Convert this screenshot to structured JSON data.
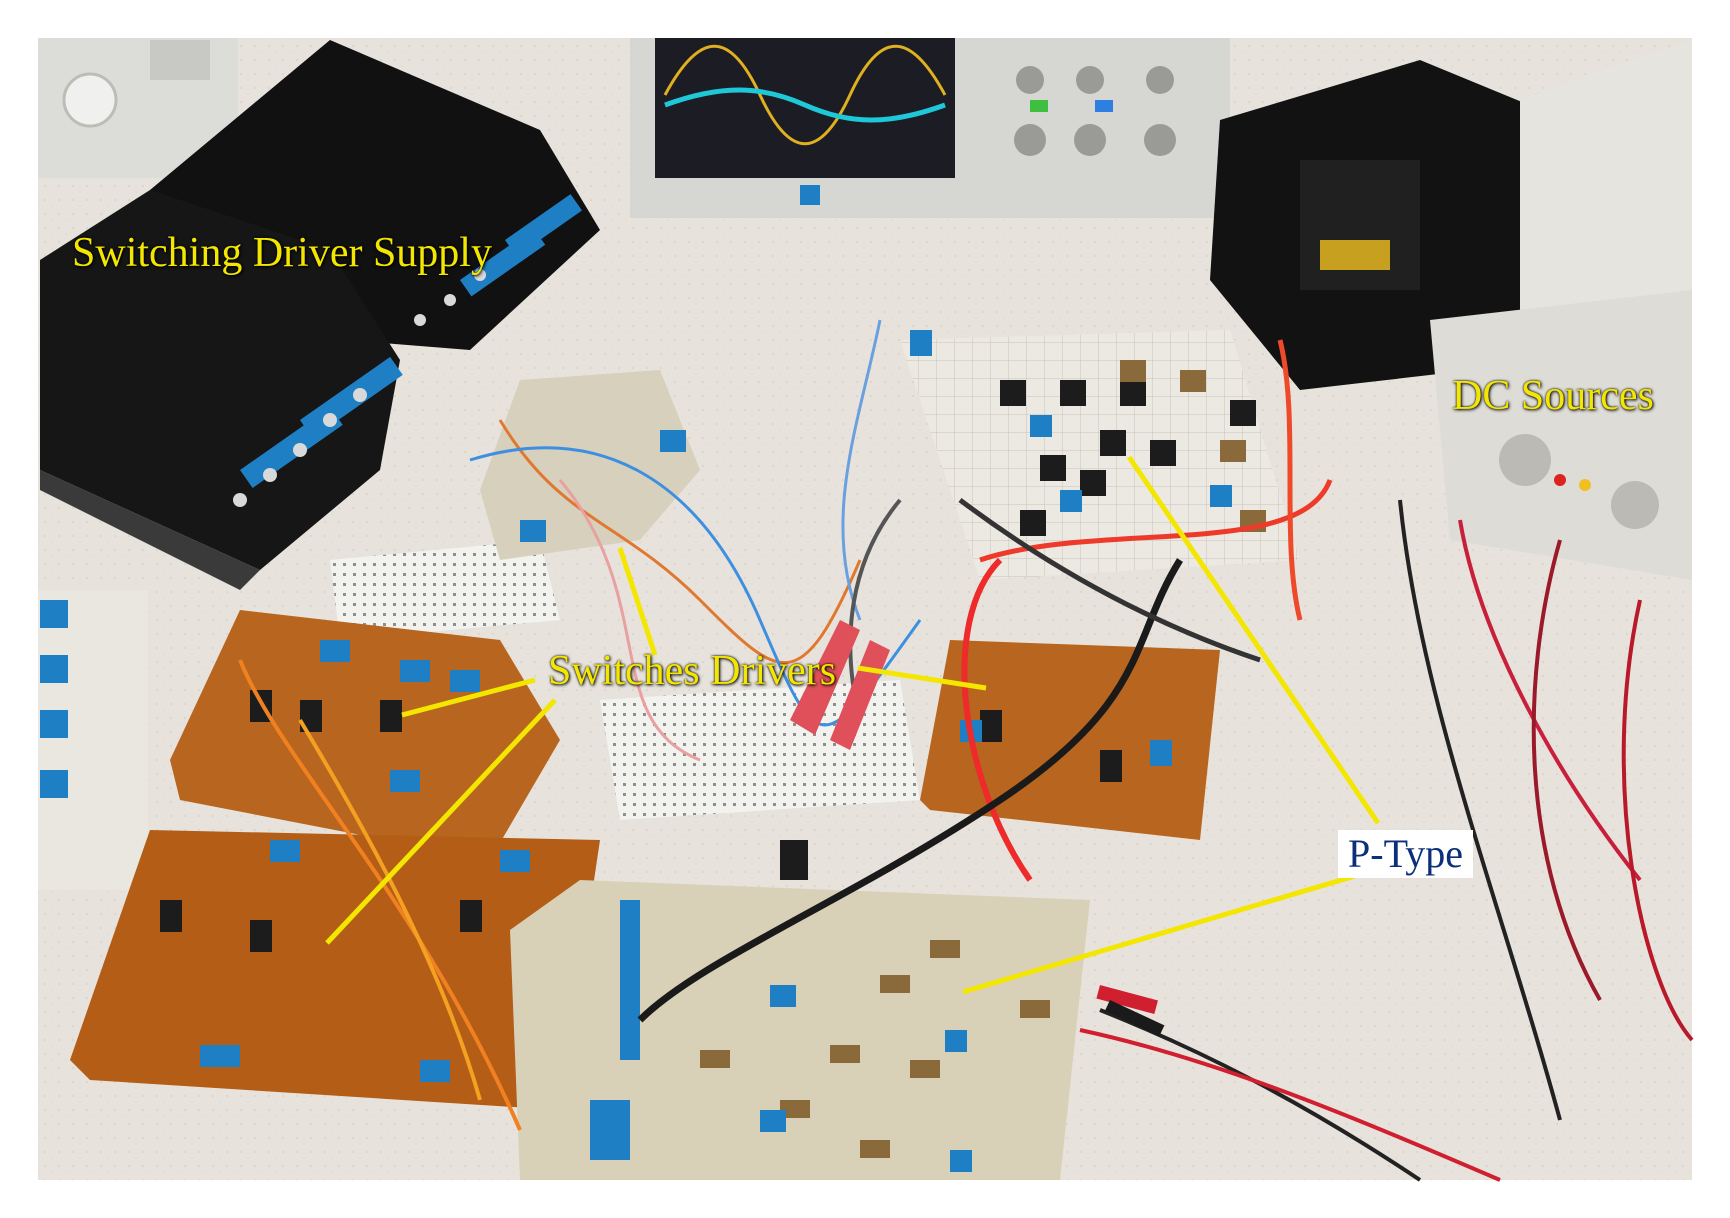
{
  "figure": {
    "labels": {
      "switching_driver_supply": "Switching Driver Supply",
      "dc_sources": "DC Sources",
      "switches_drivers": "Switches Drivers",
      "p_type": "P-Type"
    },
    "colors": {
      "frame": "#ffffff",
      "label_text": "#f3e600",
      "callout_line": "#f3e600",
      "p_type_text": "#0b2f7a",
      "p_type_box": "#ffffff",
      "table_surface": "#e9e6df",
      "pcb_brown": "#b8661f",
      "pcb_light": "#d9d0b8",
      "terminal_blue": "#1f7fc4"
    }
  }
}
